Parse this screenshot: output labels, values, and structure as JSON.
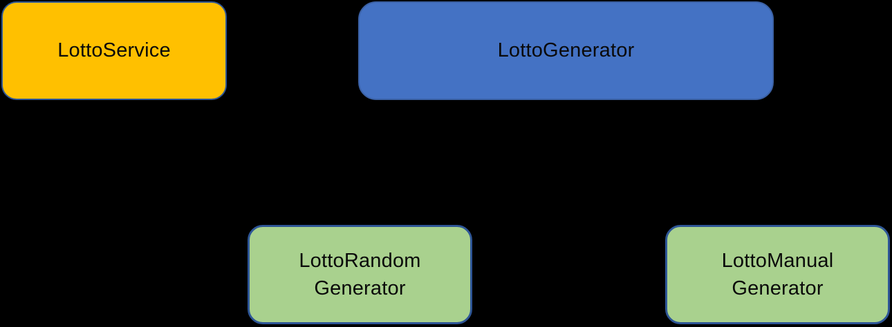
{
  "diagram": {
    "background_color": "#000000",
    "text_color": "#0A0A0A",
    "nodes": [
      {
        "id": "lotto-service",
        "lines": [
          "LottoService"
        ],
        "fill_color": "#FFC000",
        "border_color": "#2E5697"
      },
      {
        "id": "lotto-generator",
        "lines": [
          "LottoGenerator"
        ],
        "fill_color": "#4472C4",
        "border_color": "#3B61A5"
      },
      {
        "id": "lotto-random-generator",
        "lines": [
          "LottoRandom",
          "Generator"
        ],
        "fill_color": "#A9D18E",
        "border_color": "#2E5697"
      },
      {
        "id": "lotto-manual-generator",
        "lines": [
          "LottoManual",
          "Generator"
        ],
        "fill_color": "#A9D18E",
        "border_color": "#2E5697"
      }
    ]
  }
}
